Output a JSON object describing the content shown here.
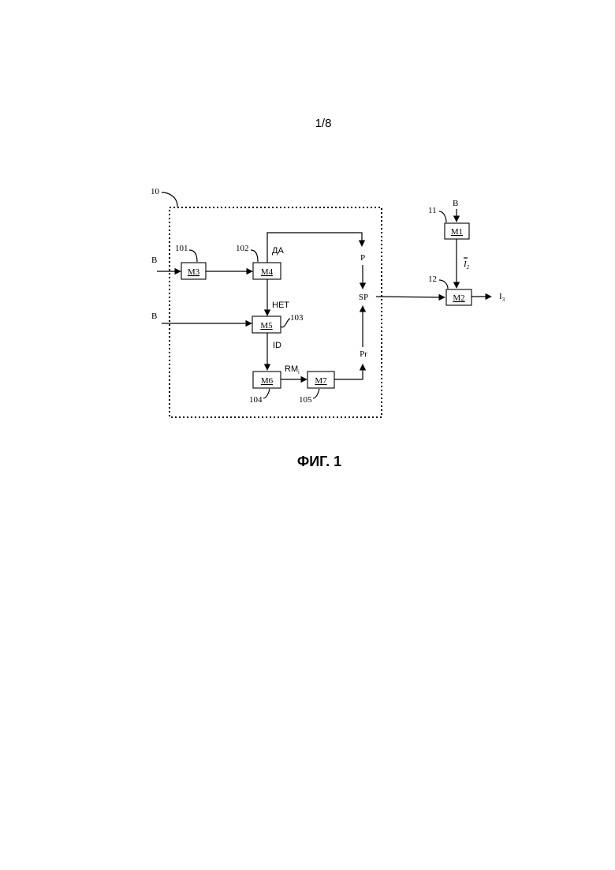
{
  "page": {
    "number": "1/8",
    "figure": "ФИГ. 1"
  },
  "diagram": {
    "container": {
      "ref": "10"
    },
    "modules": {
      "m3": {
        "label": "M3",
        "ref": "101"
      },
      "m4": {
        "label": "M4",
        "ref": "102"
      },
      "m5": {
        "label": "M5",
        "ref": "103"
      },
      "m6": {
        "label": "M6",
        "ref": "104"
      },
      "m7": {
        "label": "M7",
        "ref": "105"
      },
      "m1": {
        "label": "M1",
        "ref": "11"
      },
      "m2": {
        "label": "M2",
        "ref": "12"
      }
    },
    "signals": {
      "b_in_m3": "B",
      "b_in_m5": "B",
      "b_in_m1": "B",
      "yes": "ДА",
      "no": "НЕТ",
      "id": "ID",
      "rm": "RM",
      "rm_sub": "i",
      "p": "P",
      "sp": "SP",
      "pr": "Pr",
      "i2": "I",
      "i2_sub": "2",
      "i3": "I",
      "i3_sub": "3"
    }
  }
}
